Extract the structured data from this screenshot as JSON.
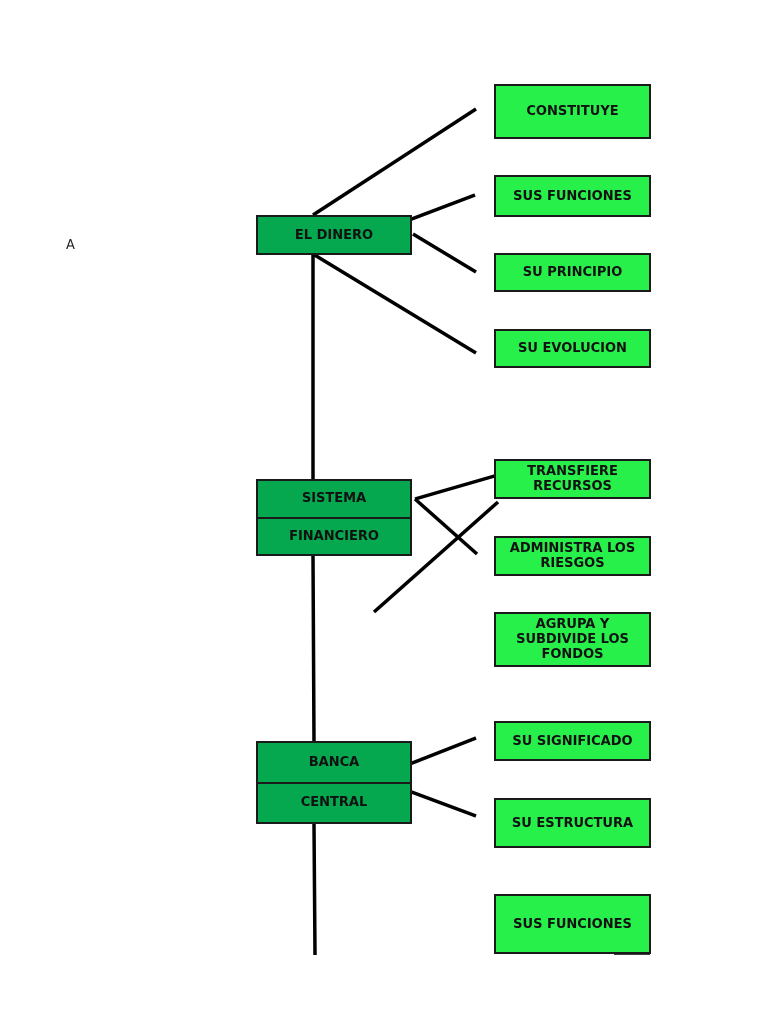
{
  "stray_text": "A",
  "colors": {
    "main_fill": "#05a84e",
    "leaf_fill": "#28f04b",
    "line": "#000000"
  },
  "main_nodes": {
    "dinero": {
      "label": "EL DINERO"
    },
    "sistema": {
      "line1": "SISTEMA",
      "line2": "FINANCIERO"
    },
    "banca": {
      "line1": "BANCA",
      "line2": "CENTRAL"
    }
  },
  "leaves": {
    "constituye": "CONSTITUYE",
    "sus_funciones_1": "SUS FUNCIONES",
    "su_principio": "SU PRINCIPIO",
    "su_evolucion": "SU EVOLUCION",
    "transfiere": "TRANSFIERE RECURSOS",
    "administra": "ADMINISTRA LOS RIESGOS",
    "agrupa": "AGRUPA Y SUBDIVIDE LOS FONDOS",
    "su_significado": "SU SIGNIFICADO",
    "su_estructura": "SU ESTRUCTURA",
    "sus_funciones_2": "SUS FUNCIONES"
  }
}
